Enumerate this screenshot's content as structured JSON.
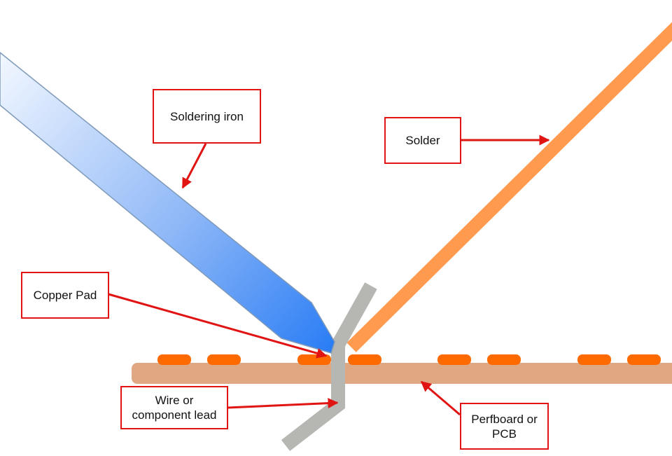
{
  "labels": {
    "soldering_iron": "Soldering iron",
    "solder": "Solder",
    "copper_pad": "Copper Pad",
    "wire": "Wire or\ncomponent lead",
    "perfboard": "Perfboard or\nPCB"
  },
  "colors": {
    "label_border": "#e11414",
    "arrow": "#e11414",
    "iron_light": "#f2f7ff",
    "iron_dark": "#2a7df5",
    "solder": "#ff9a4f",
    "board": "#e0a882",
    "pad": "#ff6a00",
    "wire": "#b6b6b2"
  }
}
